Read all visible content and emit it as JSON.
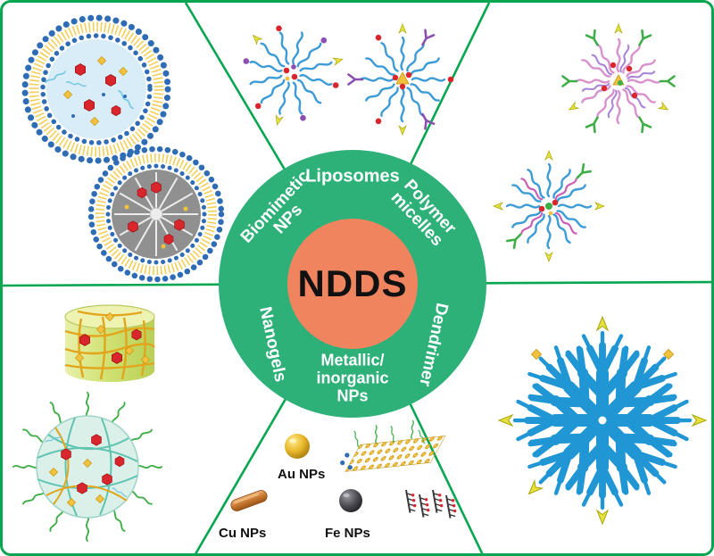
{
  "center": {
    "title": "NDDS",
    "bg_color": "#f0845f",
    "text_color": "#111111"
  },
  "ring": {
    "bg_color": "#2eb179",
    "text_color": "#ffffff",
    "labels": {
      "top": "Liposomes",
      "upper_right_line1": "Polymer",
      "upper_right_line2": "micelles",
      "lower_right": "Dendrimer",
      "bottom_line1": "Metallic/",
      "bottom_line2": "inorganic",
      "bottom_line3": "NPs",
      "lower_left": "Nanogels",
      "upper_left_line1": "Biomimetic",
      "upper_left_line2": "NPs"
    }
  },
  "metallic_sector": {
    "au_label": "Au NPs",
    "cu_label": "Cu NPs",
    "fe_label": "Fe NPs"
  },
  "divider_color": "#07a651",
  "icons": {
    "liposome": "liposome-icon",
    "core_shell_liposome": "core-shell-liposome-icon",
    "polymer_micelle": "polymer-micelle-icon",
    "drug_loaded_micelle": "drug-loaded-micelle-icon",
    "antibody_targeted_micelle": "antibody-targeted-micelle-icon",
    "dendrimer": "dendrimer-snowflake-icon",
    "gold_nanoparticle": "gold-nanoparticle-icon",
    "copper_nanorod": "copper-nanorod-icon",
    "iron_nanoparticle": "iron-nanoparticle-icon",
    "graphene_sheet": "graphene-sheet-icon",
    "polymer_brush": "polymer-brush-icon",
    "nanogel_cylinder": "nanogel-cylinder-icon",
    "nanogel_sphere": "nanogel-sphere-icon",
    "drug_molecule": "red-hexagon-drug-icon",
    "crosslinker": "yellow-diamond-icon",
    "antibody": "green-antibody-icon"
  }
}
